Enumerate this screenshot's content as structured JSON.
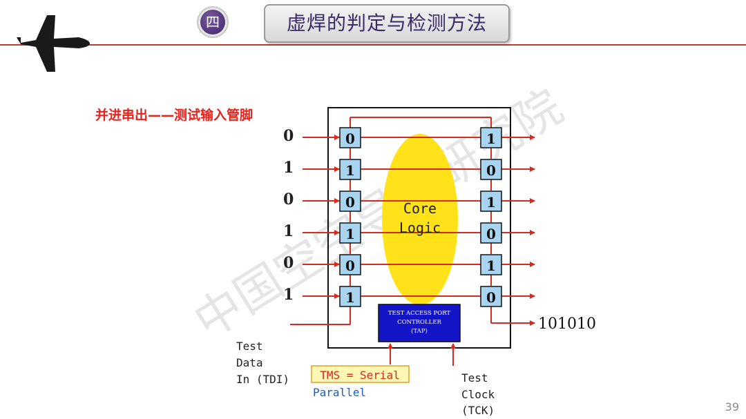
{
  "header": {
    "section_badge": "四",
    "title": "虚焊的判定与检测方法"
  },
  "subtitle": "并进串出——测试输入管脚",
  "input_bits": [
    "0",
    "1",
    "0",
    "1",
    "0",
    "1"
  ],
  "left_cells": [
    "0",
    "1",
    "0",
    "1",
    "0",
    "1"
  ],
  "right_cells": [
    "1",
    "0",
    "1",
    "0",
    "1",
    "0"
  ],
  "core_label_line1": "Core",
  "core_label_line2": "Logic",
  "tap": {
    "line1": "TEST ACCESS PORT",
    "line2": "CONTROLLER",
    "line3": "(TAP)"
  },
  "output_value": "101010",
  "tdi_label": [
    "Test",
    "Data",
    "In (TDI)"
  ],
  "tms_label": "TMS = Serial",
  "parallel_label": "Parallel",
  "tck_label": [
    "Test",
    "Clock",
    "(TCK)"
  ],
  "watermark": "中国空空导弹研究院",
  "page_number": "39",
  "colors": {
    "accent_red": "#d42a1f",
    "cell_fill": "#a9d4f0",
    "core_fill": "#ffe21a",
    "tap_fill": "#1515c8",
    "tms_box_fill": "#fff7b3",
    "parallel_text": "#1a5fb4"
  }
}
